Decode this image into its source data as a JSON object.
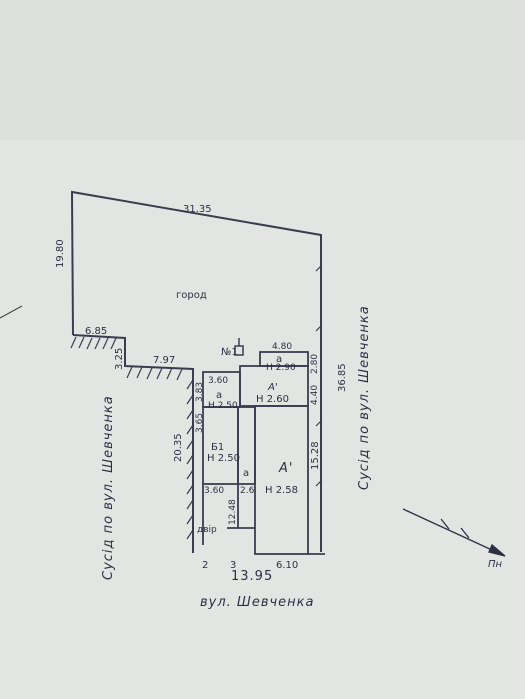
{
  "plan": {
    "yard_label": "город",
    "dims": {
      "top": "31.35",
      "left": "19.80",
      "lot_step_width": "6.85",
      "lot_step_drop": "3.25",
      "lot_step_width2": "7.97",
      "west_side": "20.35",
      "east_side": "36.85",
      "front_total": "13.95",
      "front_left": "2",
      "front_mid": "3",
      "front_house": "6.10",
      "house_top_width": "4.80",
      "top_room_depth": "2.80",
      "top_room_width": "3.60",
      "annex_depth": "4.40",
      "house_depth": "15.28",
      "b1_depth": "3.65",
      "b1_bottom_width": "3.60",
      "corridor_width": "2.6",
      "corridor_depth": "12.48",
      "side_upper": "3.83"
    },
    "rooms": {
      "a_top_label": "а",
      "a_top_height": "H 2.90",
      "a1_upper_label": "А'",
      "a1_upper_height": "H 2.60",
      "a_left_label": "а",
      "a_left_height": "H 2.50",
      "b1_label": "Б1",
      "b1_height": "H 2.50",
      "a_mid_label": "а",
      "a1_main_label": "А'",
      "a1_main_height": "H 2.58"
    },
    "yard_small_label": "двір",
    "neighbors": {
      "west": "Сусід по вул. Шевченка",
      "east": "Сусід по вул. Шевченка"
    },
    "street": "вул. Шевченка",
    "north_label": "Пн",
    "marker": "№1"
  }
}
